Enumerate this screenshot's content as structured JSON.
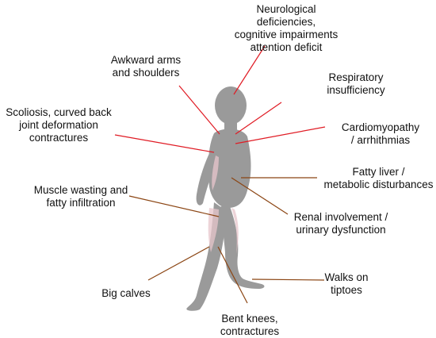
{
  "labels": {
    "neuro": "Neurological deficiencies,\ncognitive impairments\nattention deficit",
    "arms": "Awkward arms\nand shoulders",
    "scoliosis": "Scoliosis, curved back\njoint deformation\ncontractures",
    "respiratory": "Respiratory\ninsufficiency",
    "cardio": "Cardiomyopathy\n/ arrhithmias",
    "liver": "Fatty liver /\nmetabolic disturbances",
    "muscle": "Muscle wasting and\nfatty infiltration",
    "renal": "Renal involvement /\nurinary dysfunction",
    "calves": "Big calves",
    "tiptoes": "Walks on\ntiptoes",
    "knees": "Bent knees,\ncontractures"
  },
  "colors": {
    "red_line": "#e01b24",
    "brown_line": "#8b4513",
    "figure": "#9a9a9a",
    "figure_highlight": "#e8c6cc"
  }
}
